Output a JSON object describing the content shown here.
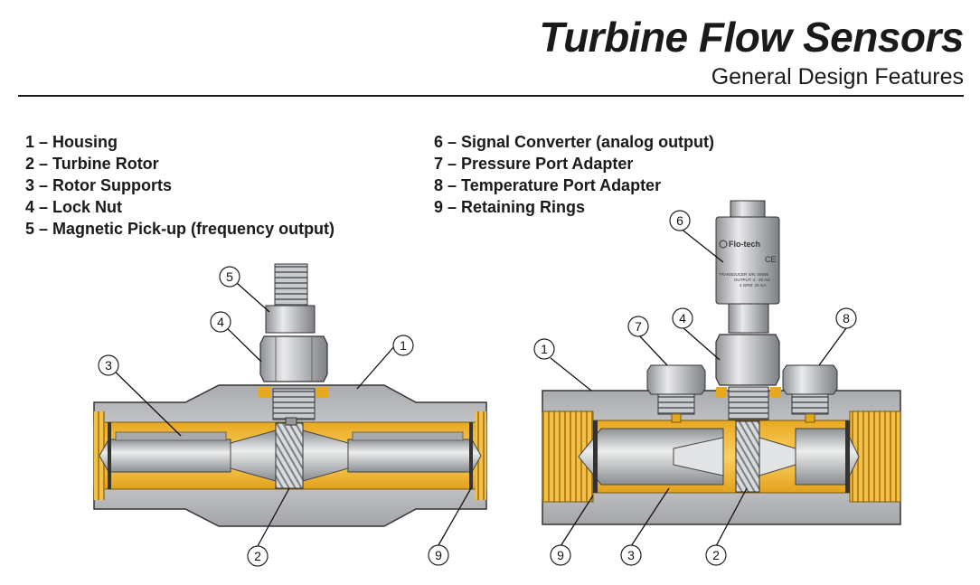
{
  "header": {
    "title": "Turbine Flow Sensors",
    "subtitle": "General Design Features"
  },
  "legend": {
    "left": [
      {
        "num": "1",
        "label": "Housing"
      },
      {
        "num": "2",
        "label": "Turbine Rotor"
      },
      {
        "num": "3",
        "label": "Rotor Supports"
      },
      {
        "num": "4",
        "label": "Lock Nut"
      },
      {
        "num": "5",
        "label": "Magnetic Pick-up (frequency output)"
      }
    ],
    "right": [
      {
        "num": "6",
        "label": "Signal Converter (analog output)"
      },
      {
        "num": "7",
        "label": "Pressure Port Adapter"
      },
      {
        "num": "8",
        "label": "Temperature Port Adapter"
      },
      {
        "num": "9",
        "label": "Retaining Rings"
      }
    ]
  },
  "diagrams": {
    "left": {
      "callouts": [
        "5",
        "4",
        "3",
        "1",
        "2",
        "9"
      ]
    },
    "right": {
      "callouts": [
        "6",
        "7",
        "4",
        "8",
        "1",
        "9",
        "3",
        "2"
      ],
      "converter": {
        "brand": "Flo-tech",
        "mark": "CE",
        "lines": [
          "TRANSDUCER S/N: 00006",
          "OUTPUT: 4 - 20 mA",
          "4 GPM: 20 mA"
        ]
      }
    }
  },
  "colors": {
    "housing": "#bfc1c4",
    "flow_passage": "#f2b830",
    "rotor_support": "#b4b6b9",
    "outline": "#333333"
  }
}
